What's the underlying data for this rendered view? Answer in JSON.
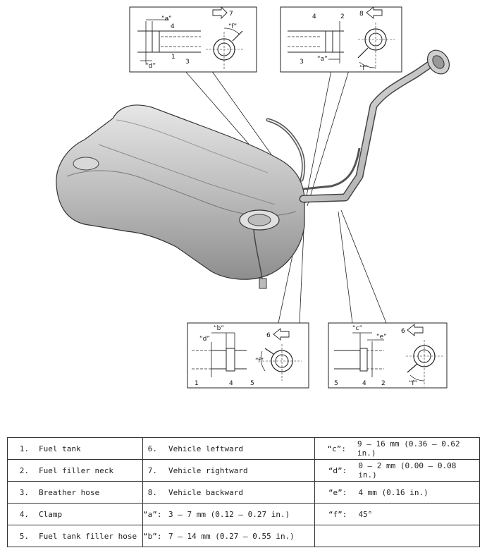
{
  "callouts": {
    "top_left": {
      "num_a": "4",
      "num_b": "1",
      "num_c": "3",
      "dim_a": "“a”",
      "dim_d": "“d”",
      "dir": "7",
      "angle": "“f”"
    },
    "top_right": {
      "num_a": "4",
      "num_b": "2",
      "num_c": "3",
      "dim_a": "“a”",
      "dir": "8",
      "angle": "“f”"
    },
    "bottom_left": {
      "num_a": "1",
      "num_b": "4",
      "num_c": "5",
      "dim_b": "“b”",
      "dim_d": "“d”",
      "dir": "6",
      "angle": "“f”"
    },
    "bottom_right": {
      "num_a": "5",
      "num_b": "4",
      "num_c": "2",
      "dim_c": "“c”",
      "dim_e": "“e”",
      "dir": "6",
      "angle": "“f”"
    }
  },
  "legend": {
    "rows": [
      {
        "c1k": "1.",
        "c1v": "Fuel tank",
        "c2k": "6.",
        "c2v": "Vehicle leftward",
        "c3k": "“c”:",
        "c3v": "9 – 16 mm (0.36 – 0.62 in.)"
      },
      {
        "c1k": "2.",
        "c1v": "Fuel filler neck",
        "c2k": "7.",
        "c2v": "Vehicle rightward",
        "c3k": "“d”:",
        "c3v": "0 – 2 mm (0.00 – 0.08 in.)"
      },
      {
        "c1k": "3.",
        "c1v": "Breather hose",
        "c2k": "8.",
        "c2v": "Vehicle backward",
        "c3k": "“e”:",
        "c3v": "4 mm (0.16 in.)"
      },
      {
        "c1k": "4.",
        "c1v": "Clamp",
        "c2k": "“a”:",
        "c2v": "3 – 7 mm (0.12 – 0.27 in.)",
        "c3k": "“f”:",
        "c3v": "45°"
      },
      {
        "c1k": "5.",
        "c1v": "Fuel tank filler hose",
        "c2k": "“b”:",
        "c2v": "7 – 14 mm (0.27 – 0.55 in.)",
        "c3k": "",
        "c3v": ""
      }
    ]
  }
}
